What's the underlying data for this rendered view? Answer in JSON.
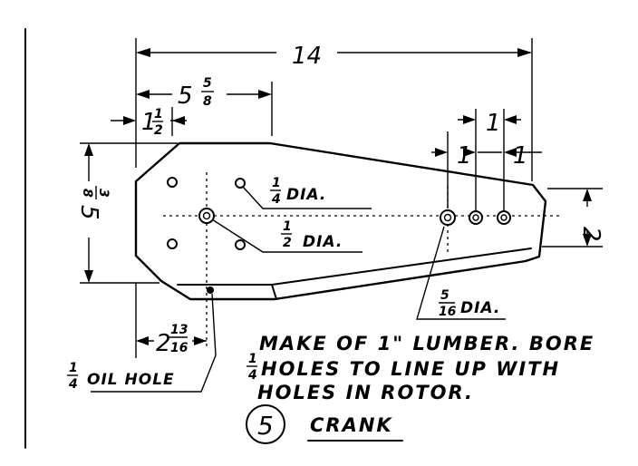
{
  "dimensions": {
    "overall_length": "14",
    "to_center_whole": "5",
    "to_center_frac_num": "5",
    "to_center_frac_den": "8",
    "end_offset_num": "1",
    "end_offset_den": "2",
    "spacing_a": "1",
    "spacing_b": "1",
    "spacing_c": "1",
    "end_width": "2",
    "height_whole": "5",
    "height_frac_num": "3",
    "height_frac_den": "8",
    "oil_offset_whole": "2",
    "oil_offset_num": "13",
    "oil_offset_den": "16"
  },
  "labels": {
    "quarter_num": "1",
    "quarter_den": "4",
    "quarter_text": "DIA.",
    "half_num": "1",
    "half_den": "2",
    "half_text": "DIA.",
    "fivesix_num": "5",
    "fivesix_den": "16",
    "fivesix_text": "DIA.",
    "oil_num": "1",
    "oil_den": "4",
    "oil_text": "OIL HOLE"
  },
  "note": {
    "line1": "MAKE OF 1\" LUMBER. BORE",
    "line2": "HOLES TO LINE UP WITH",
    "line2_prefix_num": "1",
    "line2_prefix_den": "4",
    "line3": "HOLES IN ROTOR."
  },
  "caption": {
    "number": "5",
    "title": "CRANK"
  }
}
